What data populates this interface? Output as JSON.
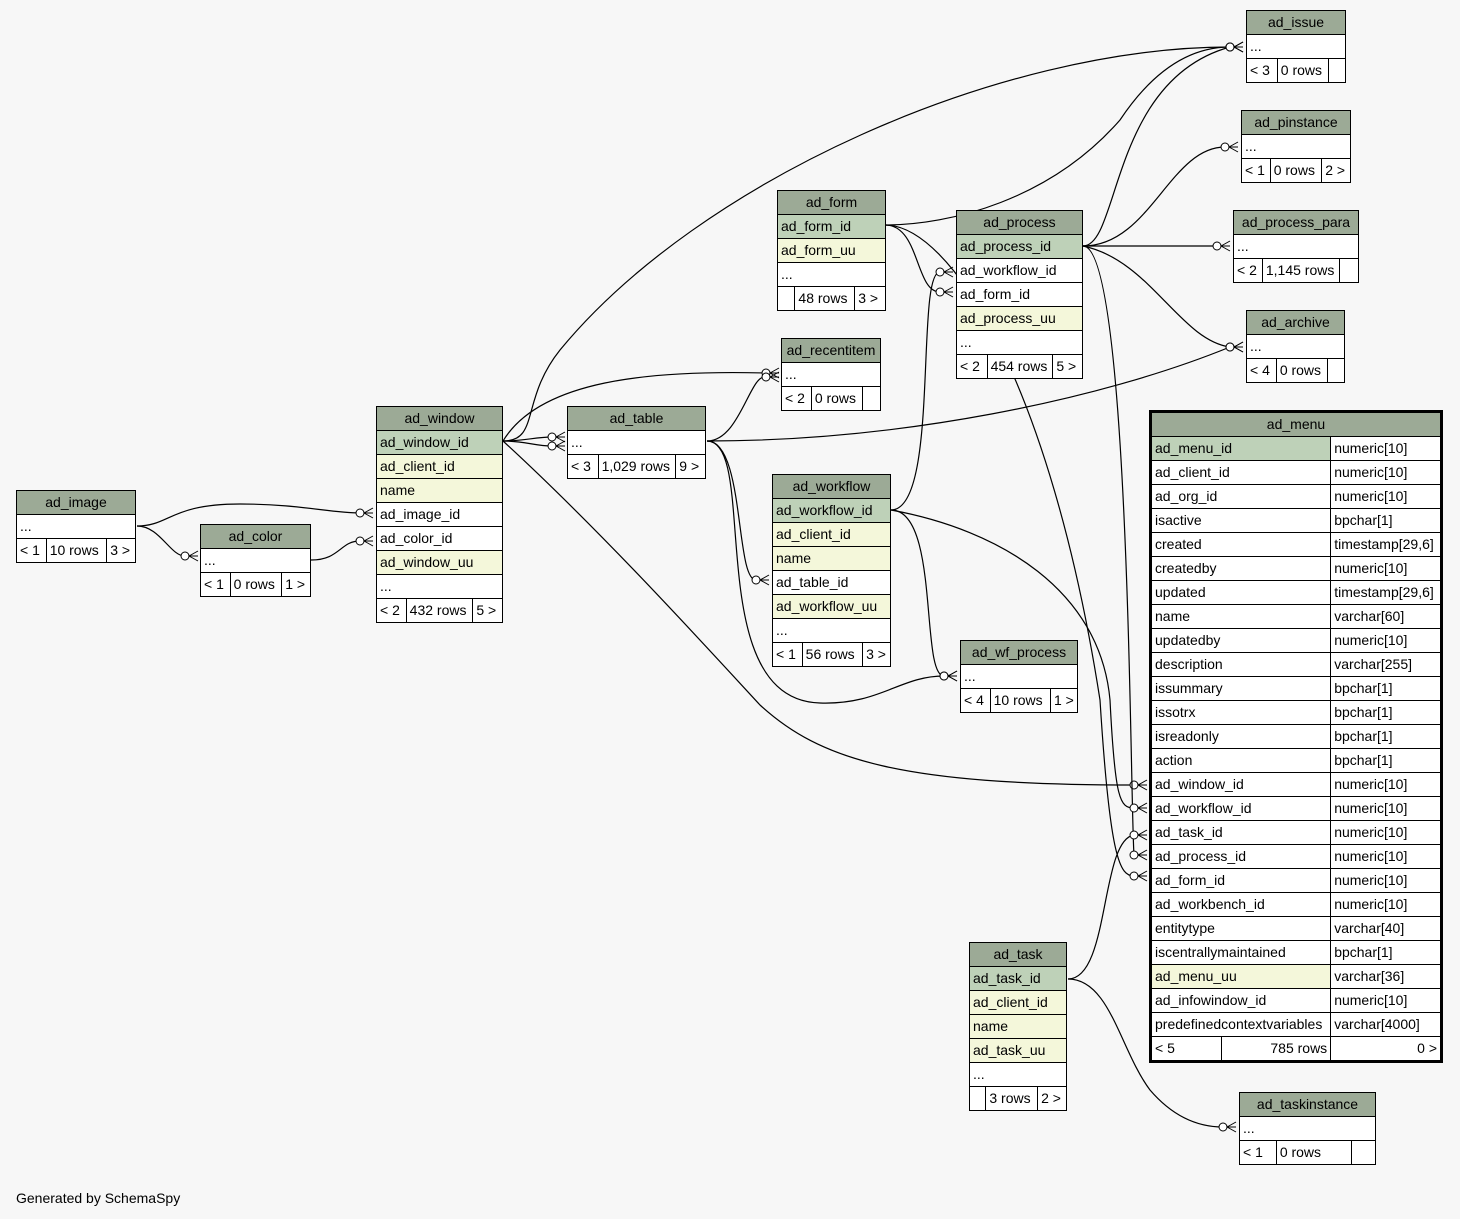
{
  "footer": "Generated by SchemaSpy",
  "tables": {
    "ad_issue": {
      "name": "ad_issue",
      "rows": [
        {
          "t": "...",
          "s": "cell"
        }
      ],
      "foot": [
        "< 3",
        "0 rows",
        ""
      ]
    },
    "ad_pinstance": {
      "name": "ad_pinstance",
      "rows": [
        {
          "t": "...",
          "s": "cell"
        }
      ],
      "foot": [
        "< 1",
        "0 rows",
        "2 >"
      ]
    },
    "ad_process_para": {
      "name": "ad_process_para",
      "rows": [
        {
          "t": "...",
          "s": "cell"
        }
      ],
      "foot": [
        "< 2",
        "1,145 rows",
        ""
      ]
    },
    "ad_archive": {
      "name": "ad_archive",
      "rows": [
        {
          "t": "...",
          "s": "cell"
        }
      ],
      "foot": [
        "< 4",
        "0 rows",
        ""
      ]
    },
    "ad_form": {
      "name": "ad_form",
      "rows": [
        {
          "t": "ad_form_id",
          "s": "pk"
        },
        {
          "t": "ad_form_uu",
          "s": "nn"
        },
        {
          "t": "...",
          "s": "cell"
        }
      ],
      "foot": [
        "",
        "48 rows",
        "3 >"
      ]
    },
    "ad_process": {
      "name": "ad_process",
      "rows": [
        {
          "t": "ad_process_id",
          "s": "pk"
        },
        {
          "t": "ad_workflow_id",
          "s": "cell"
        },
        {
          "t": "ad_form_id",
          "s": "cell"
        },
        {
          "t": "ad_process_uu",
          "s": "nn"
        },
        {
          "t": "...",
          "s": "cell"
        }
      ],
      "foot": [
        "< 2",
        "454 rows",
        "5 >"
      ]
    },
    "ad_recentitem": {
      "name": "ad_recentitem",
      "rows": [
        {
          "t": "...",
          "s": "cell"
        }
      ],
      "foot": [
        "< 2",
        "0 rows",
        ""
      ]
    },
    "ad_window": {
      "name": "ad_window",
      "rows": [
        {
          "t": "ad_window_id",
          "s": "pk"
        },
        {
          "t": "ad_client_id",
          "s": "nn"
        },
        {
          "t": "name",
          "s": "nn"
        },
        {
          "t": "ad_image_id",
          "s": "cell"
        },
        {
          "t": "ad_color_id",
          "s": "cell"
        },
        {
          "t": "ad_window_uu",
          "s": "nn"
        },
        {
          "t": "...",
          "s": "cell"
        }
      ],
      "foot": [
        "< 2",
        "432 rows",
        "5 >"
      ]
    },
    "ad_table": {
      "name": "ad_table",
      "rows": [
        {
          "t": "...",
          "s": "cell"
        }
      ],
      "foot": [
        "< 3",
        "1,029 rows",
        "9 >"
      ]
    },
    "ad_workflow": {
      "name": "ad_workflow",
      "rows": [
        {
          "t": "ad_workflow_id",
          "s": "pk"
        },
        {
          "t": "ad_client_id",
          "s": "nn"
        },
        {
          "t": "name",
          "s": "nn"
        },
        {
          "t": "ad_table_id",
          "s": "cell"
        },
        {
          "t": "ad_workflow_uu",
          "s": "nn"
        },
        {
          "t": "...",
          "s": "cell"
        }
      ],
      "foot": [
        "< 1",
        "56 rows",
        "3 >"
      ]
    },
    "ad_image": {
      "name": "ad_image",
      "rows": [
        {
          "t": "...",
          "s": "cell"
        }
      ],
      "foot": [
        "< 1",
        "10 rows",
        "3 >"
      ]
    },
    "ad_color": {
      "name": "ad_color",
      "rows": [
        {
          "t": "...",
          "s": "cell"
        }
      ],
      "foot": [
        "< 1",
        "0 rows",
        "1 >"
      ]
    },
    "ad_wf_process": {
      "name": "ad_wf_process",
      "rows": [
        {
          "t": "...",
          "s": "cell"
        }
      ],
      "foot": [
        "< 4",
        "10 rows",
        "1 >"
      ]
    },
    "ad_task": {
      "name": "ad_task",
      "rows": [
        {
          "t": "ad_task_id",
          "s": "pk"
        },
        {
          "t": "ad_client_id",
          "s": "nn"
        },
        {
          "t": "name",
          "s": "nn"
        },
        {
          "t": "ad_task_uu",
          "s": "nn"
        },
        {
          "t": "...",
          "s": "cell"
        }
      ],
      "foot": [
        "",
        "3 rows",
        "2 >"
      ]
    },
    "ad_taskinstance": {
      "name": "ad_taskinstance",
      "rows": [
        {
          "t": "...",
          "s": "cell"
        }
      ],
      "foot": [
        "< 1",
        "0 rows",
        ""
      ]
    }
  },
  "ad_menu": {
    "name": "ad_menu",
    "columns": [
      {
        "n": "ad_menu_id",
        "t": "numeric[10]",
        "s": "pk"
      },
      {
        "n": "ad_client_id",
        "t": "numeric[10]",
        "s": "cell"
      },
      {
        "n": "ad_org_id",
        "t": "numeric[10]",
        "s": "cell"
      },
      {
        "n": "isactive",
        "t": "bpchar[1]",
        "s": "cell"
      },
      {
        "n": "created",
        "t": "timestamp[29,6]",
        "s": "cell"
      },
      {
        "n": "createdby",
        "t": "numeric[10]",
        "s": "cell"
      },
      {
        "n": "updated",
        "t": "timestamp[29,6]",
        "s": "cell"
      },
      {
        "n": "name",
        "t": "varchar[60]",
        "s": "cell"
      },
      {
        "n": "updatedby",
        "t": "numeric[10]",
        "s": "cell"
      },
      {
        "n": "description",
        "t": "varchar[255]",
        "s": "cell"
      },
      {
        "n": "issummary",
        "t": "bpchar[1]",
        "s": "cell"
      },
      {
        "n": "issotrx",
        "t": "bpchar[1]",
        "s": "cell"
      },
      {
        "n": "isreadonly",
        "t": "bpchar[1]",
        "s": "cell"
      },
      {
        "n": "action",
        "t": "bpchar[1]",
        "s": "cell"
      },
      {
        "n": "ad_window_id",
        "t": "numeric[10]",
        "s": "cell"
      },
      {
        "n": "ad_workflow_id",
        "t": "numeric[10]",
        "s": "cell"
      },
      {
        "n": "ad_task_id",
        "t": "numeric[10]",
        "s": "cell"
      },
      {
        "n": "ad_process_id",
        "t": "numeric[10]",
        "s": "cell"
      },
      {
        "n": "ad_form_id",
        "t": "numeric[10]",
        "s": "cell"
      },
      {
        "n": "ad_workbench_id",
        "t": "numeric[10]",
        "s": "cell"
      },
      {
        "n": "entitytype",
        "t": "varchar[40]",
        "s": "cell"
      },
      {
        "n": "iscentrallymaintained",
        "t": "bpchar[1]",
        "s": "cell"
      },
      {
        "n": "ad_menu_uu",
        "t": "varchar[36]",
        "s": "nn"
      },
      {
        "n": "ad_infowindow_id",
        "t": "numeric[10]",
        "s": "cell"
      },
      {
        "n": "predefinedcontextvariables",
        "t": "varchar[4000]",
        "s": "cell"
      }
    ],
    "foot": [
      "< 5",
      "785 rows",
      "0 >"
    ]
  }
}
